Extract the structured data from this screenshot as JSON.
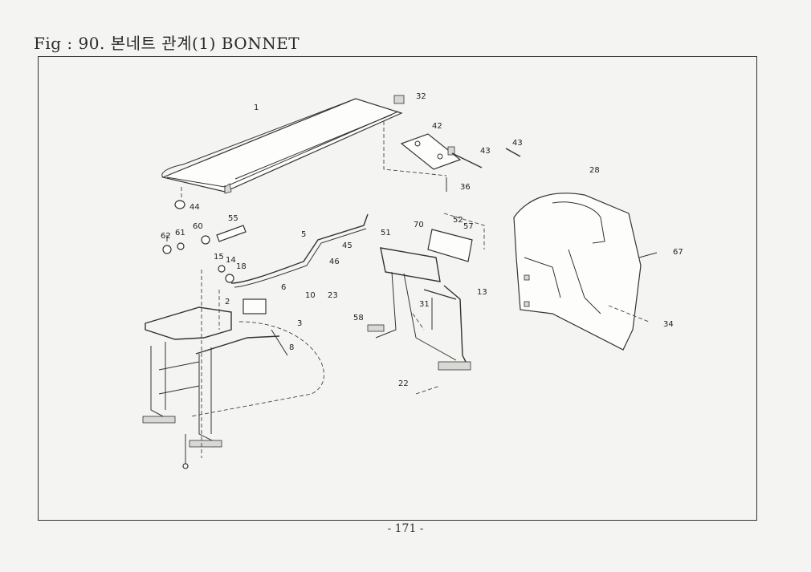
{
  "title": "Fig : 90. 본네트 관계(1) BONNET",
  "page_number": "- 171 -",
  "callouts": [
    "1",
    "32",
    "42",
    "43",
    "43",
    "36",
    "44",
    "62",
    "61",
    "60",
    "55",
    "5",
    "51",
    "45",
    "46",
    "70",
    "52",
    "57",
    "28",
    "67",
    "15",
    "14",
    "18",
    "10",
    "2",
    "6",
    "3",
    "8",
    "23",
    "13",
    "31",
    "58",
    "22",
    "34"
  ]
}
